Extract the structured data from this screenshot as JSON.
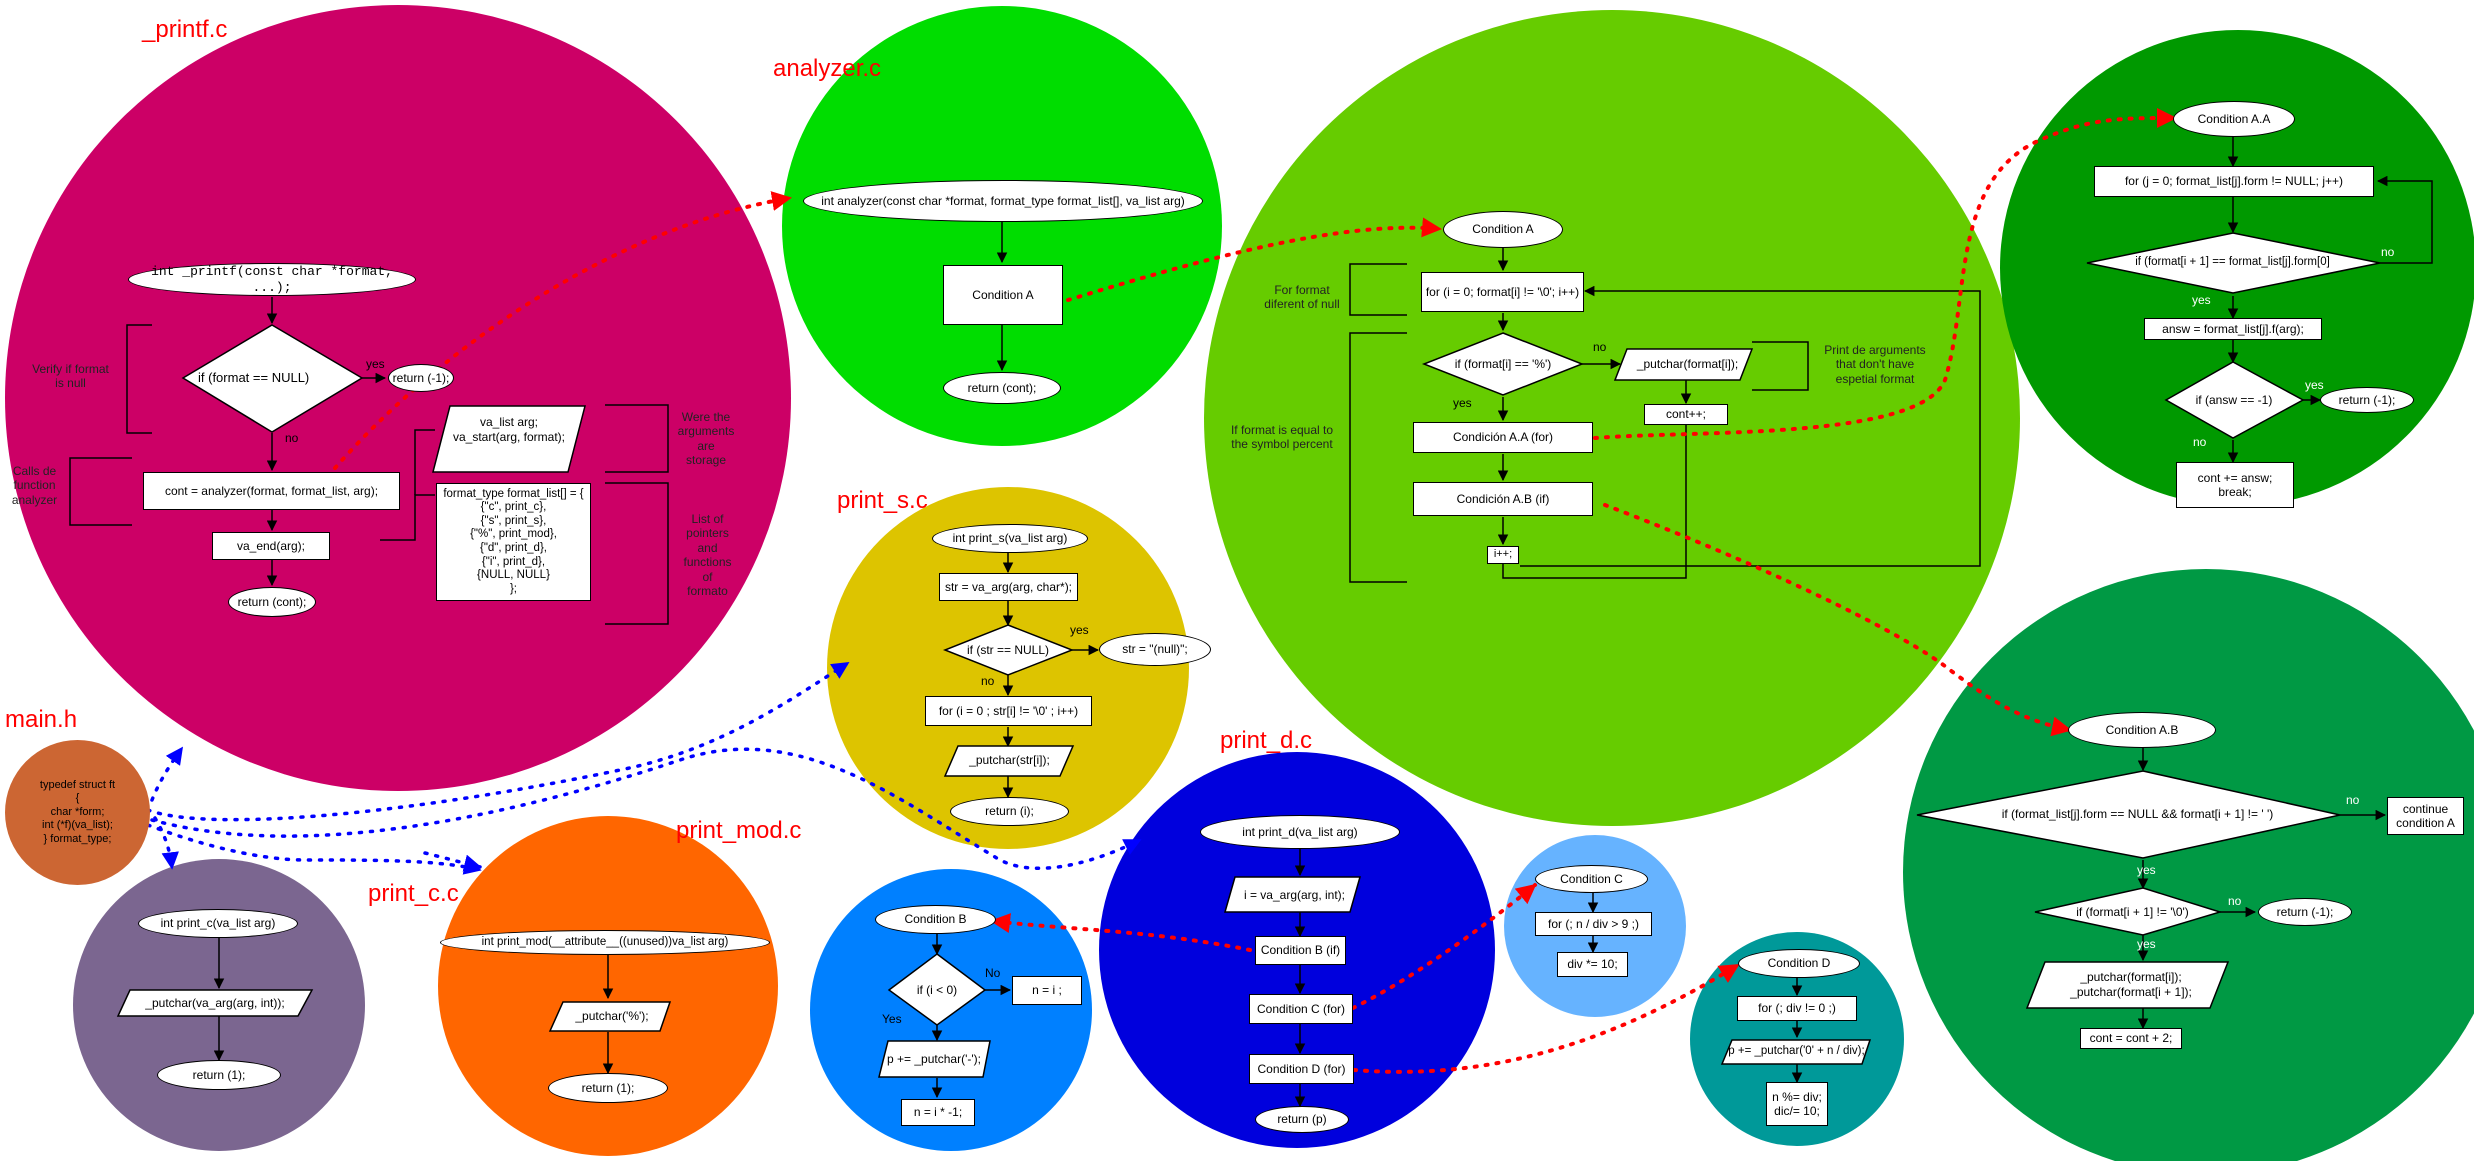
{
  "colors": {
    "printf": "#cc0066",
    "analyzer": "#00dd00",
    "condition_a": "#66cc00",
    "condition_aa": "#009900",
    "condition_ab": "#009944",
    "print_s": "#ddc400",
    "print_d": "#0000dd",
    "print_mod": "#ff6600",
    "print_c": "#7b6690",
    "condition_b": "#0080ff",
    "condition_c": "#66b3ff",
    "condition_d": "#009999",
    "main_h": "#cc6633",
    "title": "#ff0000",
    "red_connector": "#ff0000",
    "blue_connector": "#0000ff"
  },
  "titles": {
    "printf": "_printf.c",
    "analyzer": "analyzer.c",
    "print_s": "print_s.c",
    "print_d": "print_d.c",
    "print_mod": "print_mod.c",
    "print_c": "print_c.c",
    "main_h": "main.h"
  },
  "main_h": {
    "struct": "typedef struct ft\n{\nchar *form;\nint (*f)(va_list);\n} format_type;"
  },
  "printf": {
    "entry": "int _printf(const char *format, ...);",
    "decision": "if (format == NULL)",
    "yes_label": "yes",
    "no_label": "no",
    "return_err": "return (-1);",
    "va_list": "va_list arg;\nva_start(arg, format);",
    "format_list": "format_type format_list[] = {\n{\"c\", print_c},\n{\"s\", print_s},\n{\"%\", print_mod},\n{\"d\", print_d},\n{\"i\", print_d},\n{NULL, NULL}\n};",
    "call_analyzer": "cont = analyzer(format, format_list, arg);",
    "va_end": "va_end(arg);",
    "return_cont": "return (cont);",
    "note_verify": "Verify if format\nis null",
    "note_calls": "Calls de\nfunction\nanalyzer",
    "note_storage": "Were the\narguments\nare\nstorage",
    "note_list": "List of\npointers\nand\nfunctions\nof\nformato"
  },
  "analyzer": {
    "entry": "int analyzer(const char *format, format_type format_list[], va_list arg)",
    "condition": "Condition A",
    "return": "return (cont);"
  },
  "condition_a": {
    "start": "Condition A",
    "loop": "for (i = 0; format[i] != '\\0'; i++)",
    "decision": "if (format[i] == '%')",
    "yes_label": "yes",
    "no_label": "no",
    "putchar": "_putchar(format[i]);",
    "cont": "cont++;",
    "aa": "Condición A.A (for)",
    "ab": "Condición A.B (if)",
    "inc": "i++;",
    "note_null": "For format\ndiferent of null",
    "note_percent": "If format is equal to\nthe symbol percent",
    "note_print": "Print de arguments\nthat don't have\nespetial format"
  },
  "condition_aa": {
    "start": "Condition A.A",
    "loop": "for (j = 0; format_list[j].form != NULL; j++)",
    "decision": "if (format[i + 1] == format_list[j].form[0]",
    "yes_label": "yes",
    "no_label": "no",
    "answ": "answ = format_list[j].f(arg);",
    "decision2": "if (answ == -1)",
    "yes2_label": "yes",
    "no2_label": "no",
    "return_err": "return (-1);",
    "cont": "cont += answ;\nbreak;"
  },
  "condition_ab": {
    "start": "Condition A.B",
    "decision": "if (format_list[j].form == NULL && format[i + 1] != ' ')",
    "no_label": "no",
    "yes_label": "yes",
    "continue": "continue\ncondition A",
    "decision2": "if (format[i + 1] != '\\0')",
    "no2_label": "no",
    "yes2_label": "yes",
    "return_err": "return (-1);",
    "putchar": "_putchar(format[i]);\n_putchar(format[i + 1]);",
    "cont": "cont = cont + 2;"
  },
  "print_s": {
    "entry": "int print_s(va_list arg)",
    "str": "str = va_arg(arg, char*);",
    "decision": "if (str == NULL)",
    "yes_label": "yes",
    "no_label": "no",
    "null_str": "str = \"(null)\";",
    "loop": "for (i = 0 ; str[i] != '\\0' ; i++)",
    "putchar": "_putchar(str[i]);",
    "return": "return (i);"
  },
  "print_d": {
    "entry": "int print_d(va_list arg)",
    "assign": "i = va_arg(arg, int);",
    "cond_b": "Condition B (if)",
    "cond_c": "Condition C (for)",
    "cond_d": "Condition D (for)",
    "return": "return (p)"
  },
  "condition_b": {
    "start": "Condition B",
    "decision": "if (i < 0)",
    "no_label": "No",
    "yes_label": "Yes",
    "n_assign": "n = i ;",
    "putchar": "p += _putchar('-');",
    "n_neg": "n = i * -1;"
  },
  "condition_c": {
    "start": "Condition C",
    "loop": "for (; n / div > 9 ;)",
    "mul": "div *= 10;"
  },
  "condition_d": {
    "start": "Condition D",
    "loop": "for (; div != 0 ;)",
    "putchar": "p += _putchar('0' + n / div);",
    "ops": "n %= div;\ndic/= 10;"
  },
  "print_mod": {
    "entry": "int print_mod(__attribute__((unused))va_list arg)",
    "putchar": "_putchar('%');",
    "return": "return (1);"
  },
  "print_c": {
    "entry": "int print_c(va_list arg)",
    "putchar": "_putchar(va_arg(arg, int));",
    "return": "return (1);"
  }
}
